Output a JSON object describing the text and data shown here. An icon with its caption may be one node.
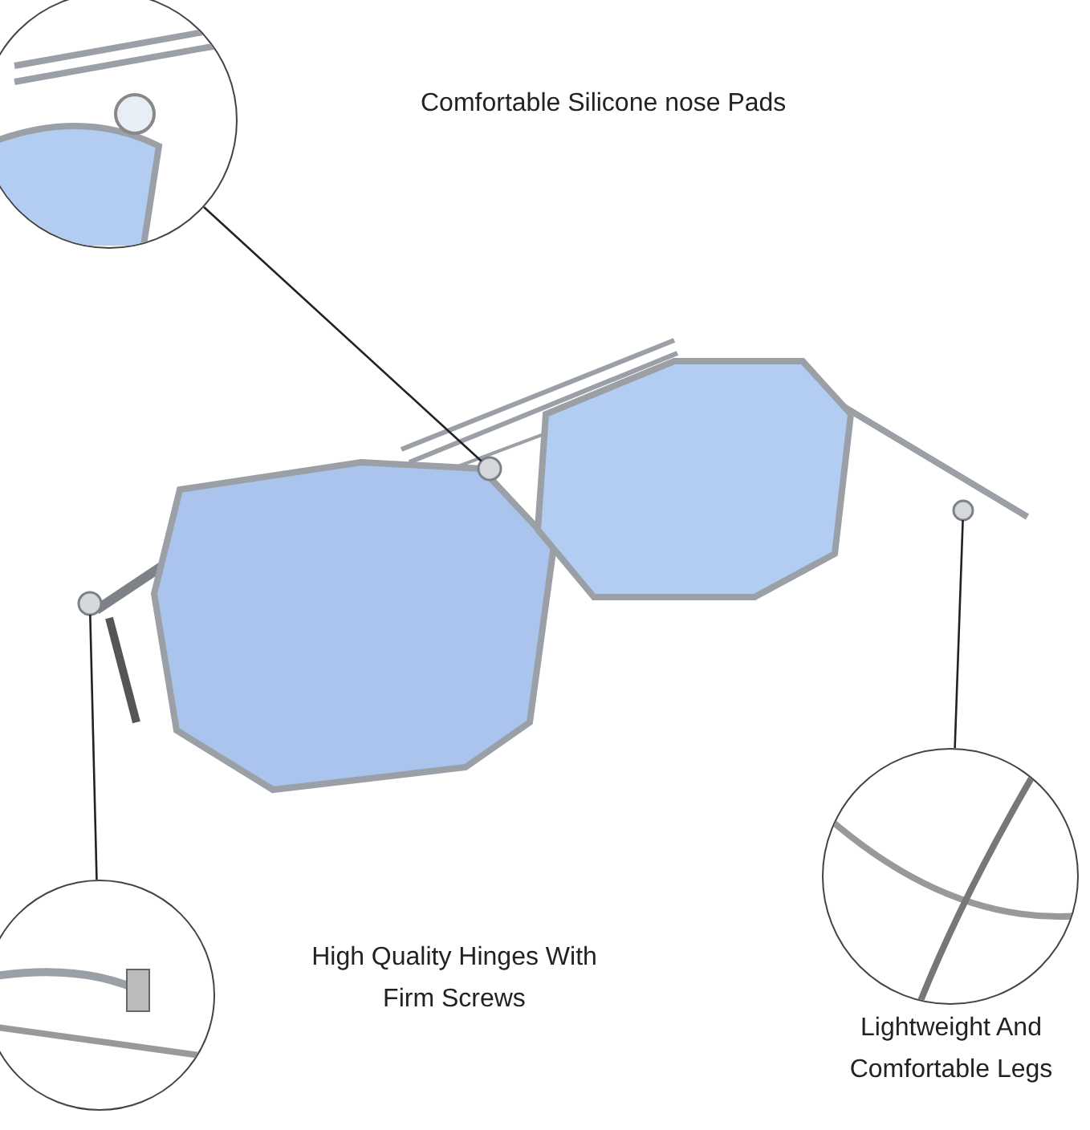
{
  "diagram": {
    "nodes": [
      {
        "text": [],
        "shape": "picture"
      },
      {
        "text": [],
        "shape": "circle"
      },
      {
        "text": [],
        "shape": "circle"
      },
      {
        "text": [],
        "shape": "circle"
      },
      {
        "text": [],
        "shape": "picture"
      },
      {
        "text": [],
        "shape": "picture"
      }
    ],
    "edges": [
      {
        "from": 0,
        "to": 1,
        "arrow": "none"
      },
      {
        "from": 5,
        "to": 2,
        "arrow": "none"
      },
      {
        "from": 4,
        "to": 3,
        "arrow": "none"
      }
    ],
    "labels": [
      "Comfortable Silicone nose Pads",
      "High Quality Hinges With Firm Screws",
      "Lightweight And Comfortable Legs"
    ]
  }
}
